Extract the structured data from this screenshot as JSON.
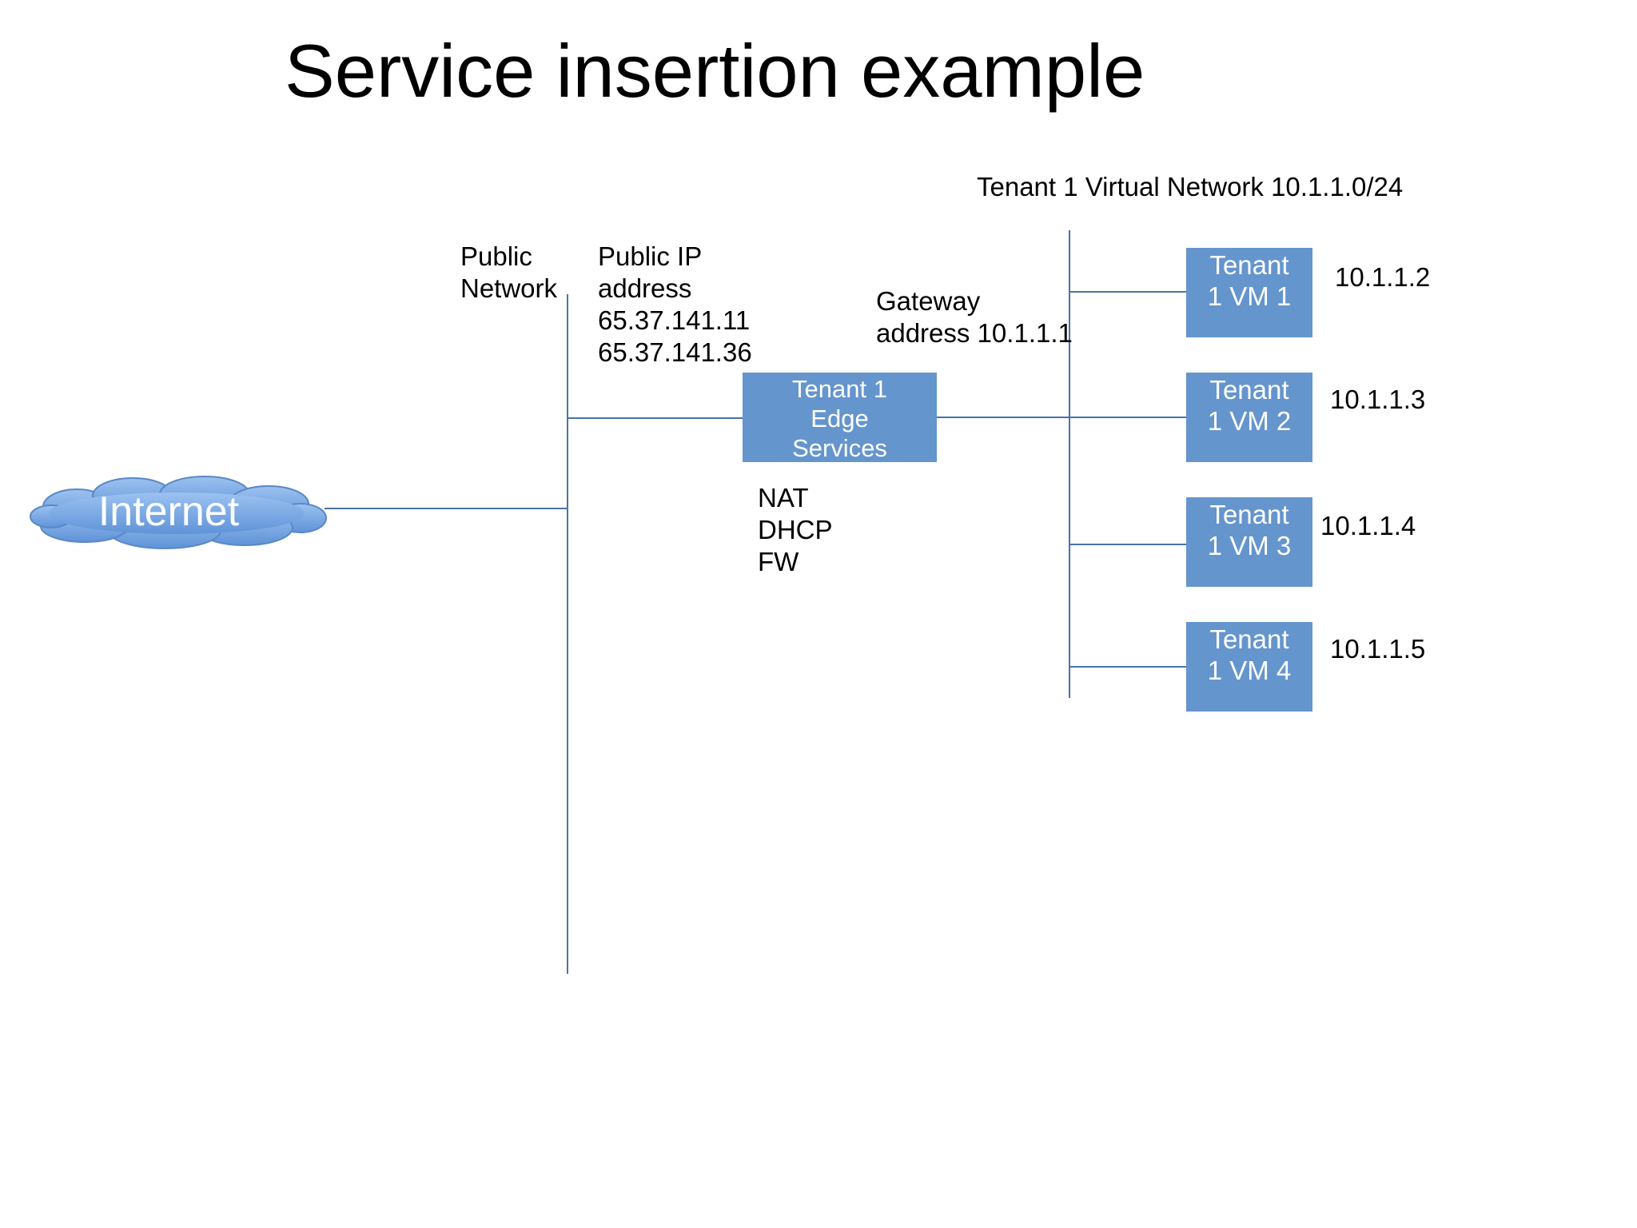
{
  "title": "Service insertion example",
  "tenant_network_label": "Tenant  1 Virtual Network 10.1.1.0/24",
  "public_network_label": [
    "Public",
    "Network"
  ],
  "public_ip_label": [
    "Public IP",
    "address",
    "65.37.141.11",
    "65.37.141.36"
  ],
  "gateway_label": [
    "Gateway",
    "address 10.1.1.1"
  ],
  "internet_label": "Internet",
  "edge_services": {
    "label": [
      "Tenant 1",
      "Edge",
      "Services"
    ],
    "services": [
      "NAT",
      "DHCP",
      "FW"
    ]
  },
  "vms": [
    {
      "label": [
        "Tenant",
        "1 VM 1"
      ],
      "ip": "10.1.1.2"
    },
    {
      "label": [
        "Tenant",
        "1 VM 2"
      ],
      "ip": "10.1.1.3"
    },
    {
      "label": [
        "Tenant",
        "1 VM 3"
      ],
      "ip": "10.1.1.4"
    },
    {
      "label": [
        "Tenant",
        "1 VM 4"
      ],
      "ip": "10.1.1.5"
    }
  ],
  "colors": {
    "box_fill": "#6595cd",
    "line": "#4a72a8",
    "cloud_fill": "#74a6e6",
    "cloud_stroke": "#5a88c6"
  }
}
